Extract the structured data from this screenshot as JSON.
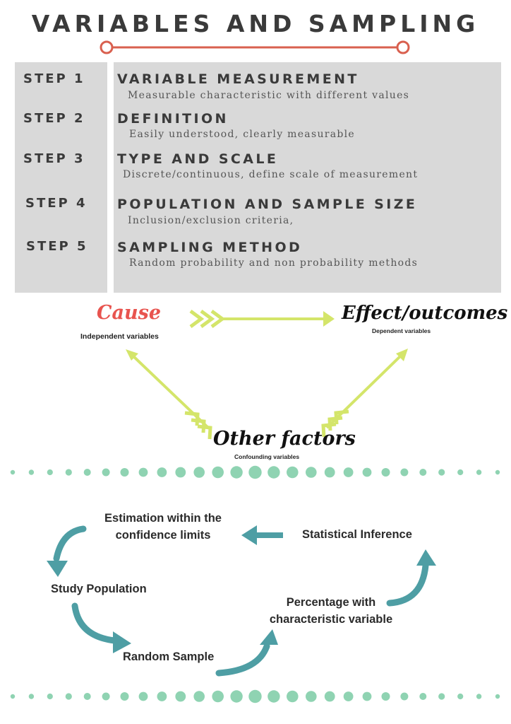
{
  "title": "VARIABLES AND SAMPLING",
  "steps": [
    {
      "label": "STEP 1",
      "heading": "VARIABLE MEASUREMENT",
      "description": "Measurable characteristic with different values"
    },
    {
      "label": "STEP 2",
      "heading": "DEFINITION",
      "description": "Easily understood, clearly measurable"
    },
    {
      "label": "STEP 3",
      "heading": "TYPE AND SCALE",
      "description": "Discrete/continuous, define scale of measurement"
    },
    {
      "label": "STEP 4",
      "heading": "POPULATION AND SAMPLE SIZE",
      "description": "Inclusion/exclusion criteria,"
    },
    {
      "label": "STEP 5",
      "heading": "SAMPLING METHOD",
      "description": "Random probability and non probability methods"
    }
  ],
  "causal": {
    "cause": "Cause",
    "cause_sub": "Independent variables",
    "effect": "Effect/outcomes",
    "effect_sub": "Dependent variables",
    "other": "Other factors",
    "other_sub": "Confounding variables"
  },
  "cycle": {
    "estimation": "Estimation  within the\nconfidence limits",
    "inference": "Statistical Inference",
    "study_population": "Study Population",
    "percentage": "Percentage with\ncharacteristic variable",
    "random_sample": "Random Sample"
  },
  "colors": {
    "heading_text": "#3a3a3a",
    "panel_gray": "#d9d9d9",
    "title_rule": "#d9604f",
    "cause_red": "#e8544f",
    "chevron_green": "#d4e56a",
    "dot_green": "#8fd3b2",
    "cycle_teal": "#4e9ea4"
  }
}
